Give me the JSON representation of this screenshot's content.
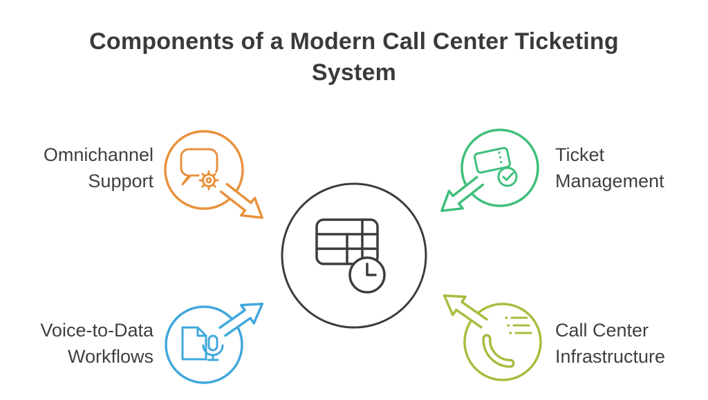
{
  "title": "Components of a Modern Call Center Ticketing System",
  "background": "#FFFFFF",
  "text_color": "#3A3A3A",
  "center": {
    "icon": "schedule-table-clock-icon",
    "color": "#3C3C3C"
  },
  "components": [
    {
      "id": "omnichannel-support",
      "label": "Omnichannel Support",
      "icon": "chat-gear-icon",
      "color": "#E8913C",
      "position": "top-left"
    },
    {
      "id": "ticket-management",
      "label": "Ticket Management",
      "icon": "ticket-check-icon",
      "color": "#3FBE7B",
      "position": "top-right"
    },
    {
      "id": "voice-to-data-workflows",
      "label": "Voice-to-Data Workflows",
      "icon": "document-mic-icon",
      "color": "#3FA8DB",
      "position": "bottom-left"
    },
    {
      "id": "call-center-infrastructure",
      "label": "Call Center Infrastructure",
      "icon": "phone-list-icon",
      "color": "#A9BC3F",
      "position": "bottom-right"
    }
  ]
}
